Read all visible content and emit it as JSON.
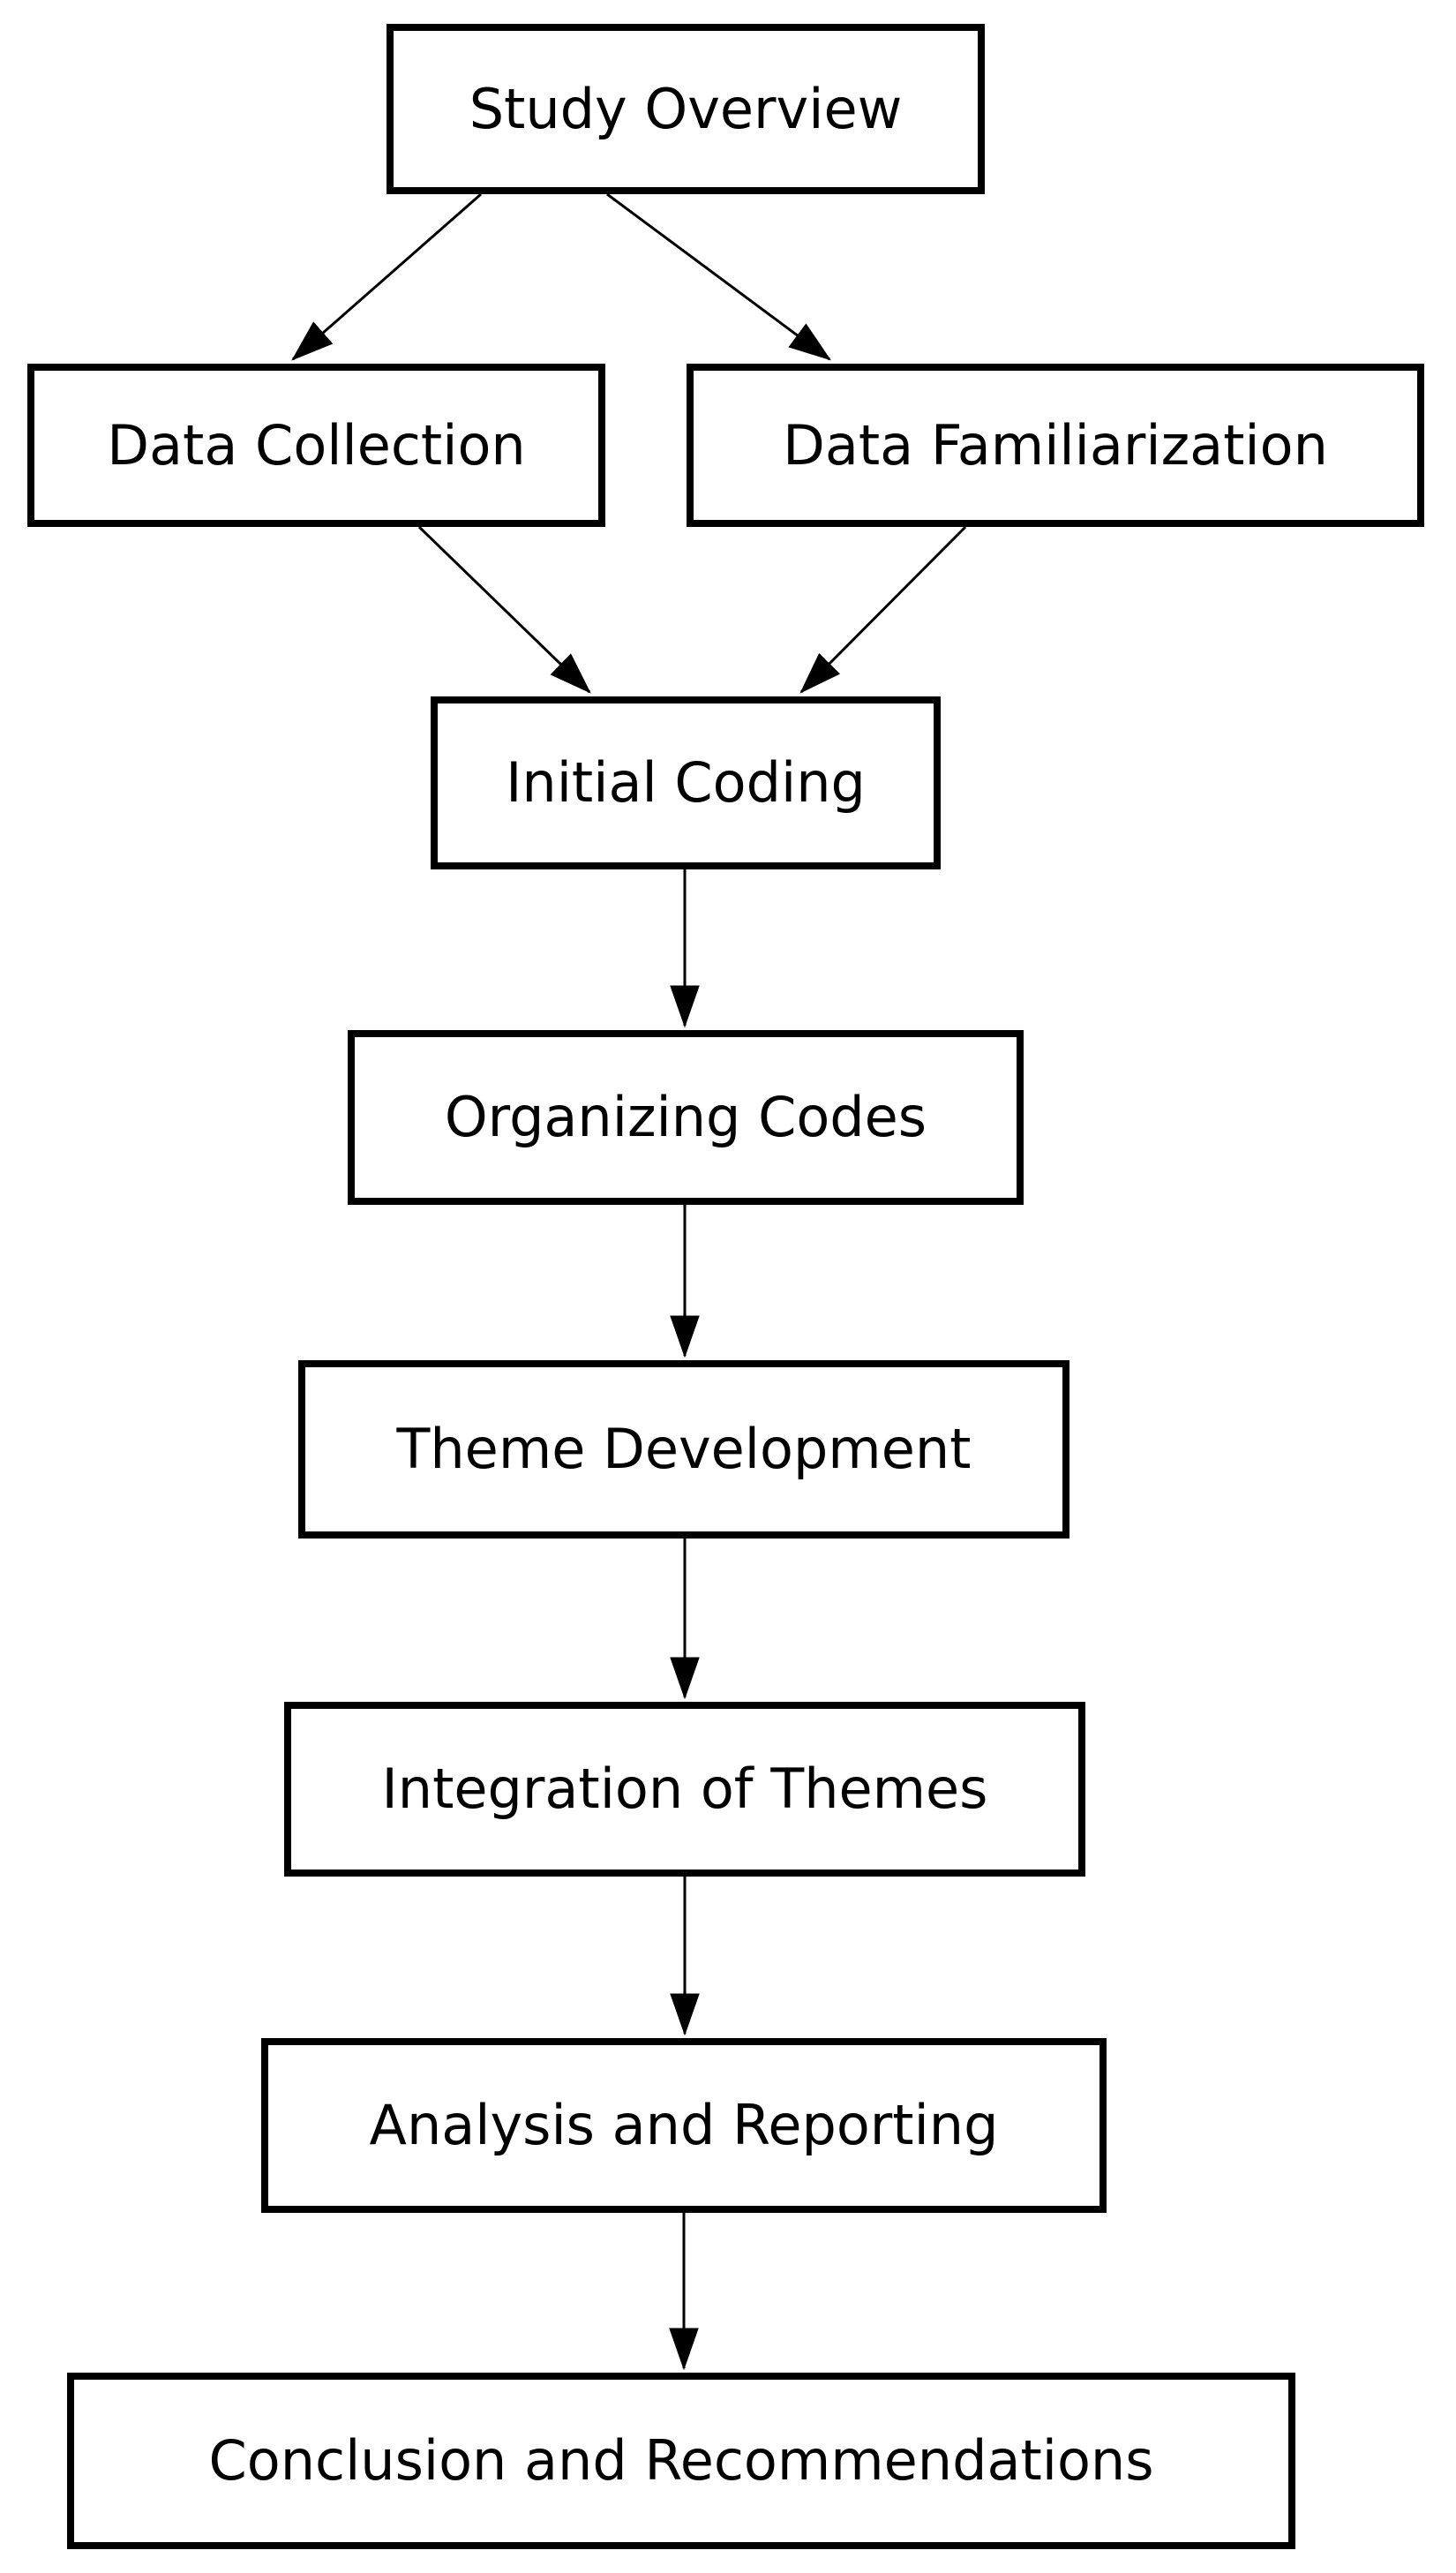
{
  "diagram": {
    "type": "flowchart",
    "background_color": "#ffffff",
    "node_fill_color": "#ffffff",
    "node_border_color": "#000000",
    "edge_color": "#000000",
    "text_color": "#000000",
    "nodes": [
      {
        "id": "study-overview",
        "label": "Study Overview"
      },
      {
        "id": "data-collection",
        "label": "Data Collection"
      },
      {
        "id": "data-familiarization",
        "label": "Data Familiarization"
      },
      {
        "id": "initial-coding",
        "label": "Initial Coding"
      },
      {
        "id": "organizing-codes",
        "label": "Organizing Codes"
      },
      {
        "id": "theme-development",
        "label": "Theme Development"
      },
      {
        "id": "integration-of-themes",
        "label": "Integration of Themes"
      },
      {
        "id": "analysis-and-reporting",
        "label": "Analysis and Reporting"
      },
      {
        "id": "conclusion-and-recommendations",
        "label": "Conclusion and Recommendations"
      }
    ],
    "edges": [
      {
        "from": "study-overview",
        "to": "data-collection"
      },
      {
        "from": "study-overview",
        "to": "data-familiarization"
      },
      {
        "from": "data-collection",
        "to": "initial-coding"
      },
      {
        "from": "data-familiarization",
        "to": "initial-coding"
      },
      {
        "from": "initial-coding",
        "to": "organizing-codes"
      },
      {
        "from": "organizing-codes",
        "to": "theme-development"
      },
      {
        "from": "theme-development",
        "to": "integration-of-themes"
      },
      {
        "from": "integration-of-themes",
        "to": "analysis-and-reporting"
      },
      {
        "from": "analysis-and-reporting",
        "to": "conclusion-and-recommendations"
      }
    ]
  }
}
